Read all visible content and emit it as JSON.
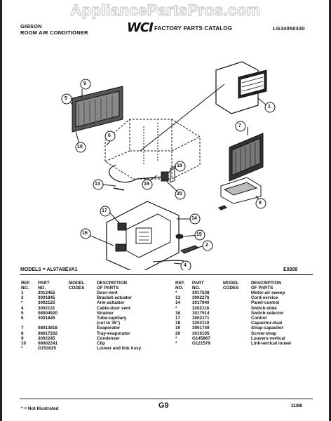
{
  "watermark": "AppliancePartsPros.com",
  "header": {
    "brand": "GIBSON",
    "product": "ROOM AIR CONDITIONER",
    "logo": "WCI",
    "catalog": "FACTORY PARTS CATALOG",
    "catalog_code": "LG34050330"
  },
  "callouts": [
    "1",
    "2",
    "4",
    "5",
    "6",
    "7",
    "8",
    "9",
    "10",
    "13",
    "14",
    "15",
    "16",
    "17",
    "18",
    "19",
    "20"
  ],
  "models": "MODELS = AL07A8EVA1",
  "diagram_code": "E0289",
  "columns": {
    "ref": "REF.\nNO.",
    "part": "PART\nNO.",
    "model": "MODEL\nCODES",
    "desc": "DESCRIPTION\nOF PARTS"
  },
  "parts_left": [
    {
      "ref": "1",
      "part": "3012455",
      "model": "",
      "desc": "Door-vent"
    },
    {
      "ref": "2",
      "part": "3001845",
      "model": "",
      "desc": "Bracket-actuator"
    },
    {
      "ref": "*",
      "part": "3002125",
      "model": "",
      "desc": "Arm-actuator"
    },
    {
      "ref": "4",
      "part": "3002131",
      "model": "",
      "desc": "Cable-door vent"
    },
    {
      "ref": "5",
      "part": "08004920",
      "model": "",
      "desc": "Strainer"
    },
    {
      "ref": "6",
      "part": "3001845",
      "model": "",
      "desc": "Tube-capillary"
    },
    {
      "ref": "",
      "part": "",
      "model": "",
      "desc": "(cut to 35\")"
    },
    {
      "ref": "7",
      "part": "08013818",
      "model": "",
      "desc": "Evaporator"
    },
    {
      "ref": "8",
      "part": "08017202",
      "model": "",
      "desc": "Tray-evaporator"
    },
    {
      "ref": "9",
      "part": "3002245",
      "model": "",
      "desc": "Condenser"
    },
    {
      "ref": "10",
      "part": "08002241",
      "model": "",
      "desc": "Clip"
    },
    {
      "ref": "*",
      "part": "G153025",
      "model": "",
      "desc": "Louver and link Assy"
    }
  ],
  "parts_right": [
    {
      "ref": "*",
      "part": "3017538",
      "model": "",
      "desc": "Motor-air sweep"
    },
    {
      "ref": "13",
      "part": "3002276",
      "model": "",
      "desc": "Cord-service"
    },
    {
      "ref": "14",
      "part": "3017940",
      "model": "",
      "desc": "Panel-control"
    },
    {
      "ref": "*",
      "part": "3202118",
      "model": "",
      "desc": "Switch-slide"
    },
    {
      "ref": "16",
      "part": "3017514",
      "model": "",
      "desc": "Switch-selector"
    },
    {
      "ref": "17",
      "part": "3002171",
      "model": "",
      "desc": "Control"
    },
    {
      "ref": "18",
      "part": "3202119",
      "model": "",
      "desc": "Capacitor-dual"
    },
    {
      "ref": "19",
      "part": "3001749",
      "model": "",
      "desc": "Strap-capacitor"
    },
    {
      "ref": "20",
      "part": "3016105",
      "model": "",
      "desc": "Screw-strap"
    },
    {
      "ref": "*",
      "part": "G145867",
      "model": "",
      "desc": "Louvers-vertical"
    },
    {
      "ref": "*",
      "part": "G121579",
      "model": "",
      "desc": "Link-vertical louver"
    }
  ],
  "footer": {
    "note": "* = Not Illustrated",
    "page": "G9",
    "date": "11/88"
  }
}
